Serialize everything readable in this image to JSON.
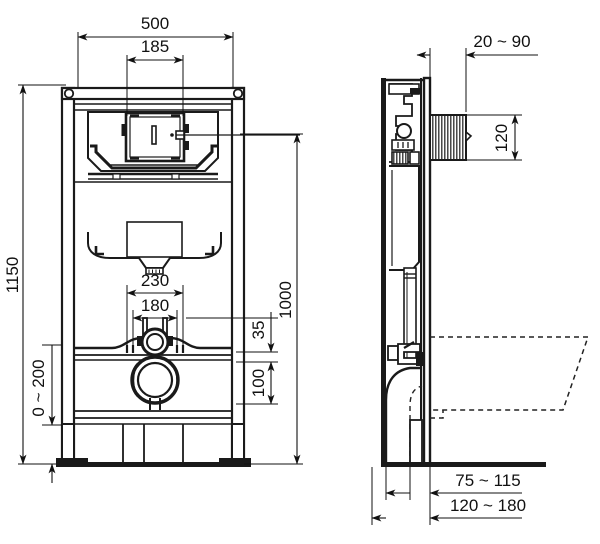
{
  "drawing": {
    "title": "Wall-hung toilet installation frame — dimensioned drawing",
    "units": "mm",
    "line_color": "#1a1a1a",
    "dimension_color": "#111111",
    "background_color": "#ffffff",
    "hatch_color": "#2a2a2a",
    "dashed_color": "#222222",
    "views": [
      {
        "name": "front-elevation",
        "label": ""
      },
      {
        "name": "side-section",
        "label": ""
      }
    ]
  },
  "dimensions": {
    "front": {
      "overall_width": "500",
      "cistern_width": "185",
      "overall_height": "1150",
      "floor_offset_range": "0 ~ 200",
      "bolt_spacing_outer": "230",
      "bolt_spacing_inner": "180",
      "height_to_bolts": "1000",
      "bolt_to_outlet_top": "35",
      "outlet_height": "100"
    },
    "side": {
      "wall_offset_range": "20 ~ 90",
      "flush_pipe_height": "120",
      "outlet_depth_range": "75 ~ 115",
      "frame_depth_range": "120 ~ 180"
    }
  },
  "labels": [
    {
      "id": "d-500",
      "text": "500",
      "orientation": "horizontal"
    },
    {
      "id": "d-185",
      "text": "185",
      "orientation": "horizontal"
    },
    {
      "id": "d-1150",
      "text": "1150",
      "orientation": "vertical"
    },
    {
      "id": "d-0-200",
      "text": "0 ~ 200",
      "orientation": "vertical"
    },
    {
      "id": "d-230",
      "text": "230",
      "orientation": "horizontal"
    },
    {
      "id": "d-180",
      "text": "180",
      "orientation": "horizontal"
    },
    {
      "id": "d-1000",
      "text": "1000",
      "orientation": "vertical"
    },
    {
      "id": "d-35",
      "text": "35",
      "orientation": "vertical"
    },
    {
      "id": "d-100",
      "text": "100",
      "orientation": "vertical"
    },
    {
      "id": "d-20-90",
      "text": "20 ~ 90",
      "orientation": "horizontal"
    },
    {
      "id": "d-120",
      "text": "120",
      "orientation": "vertical"
    },
    {
      "id": "d-75-115",
      "text": "75 ~ 115",
      "orientation": "horizontal"
    },
    {
      "id": "d-120-180",
      "text": "120 ~ 180",
      "orientation": "horizontal"
    }
  ]
}
